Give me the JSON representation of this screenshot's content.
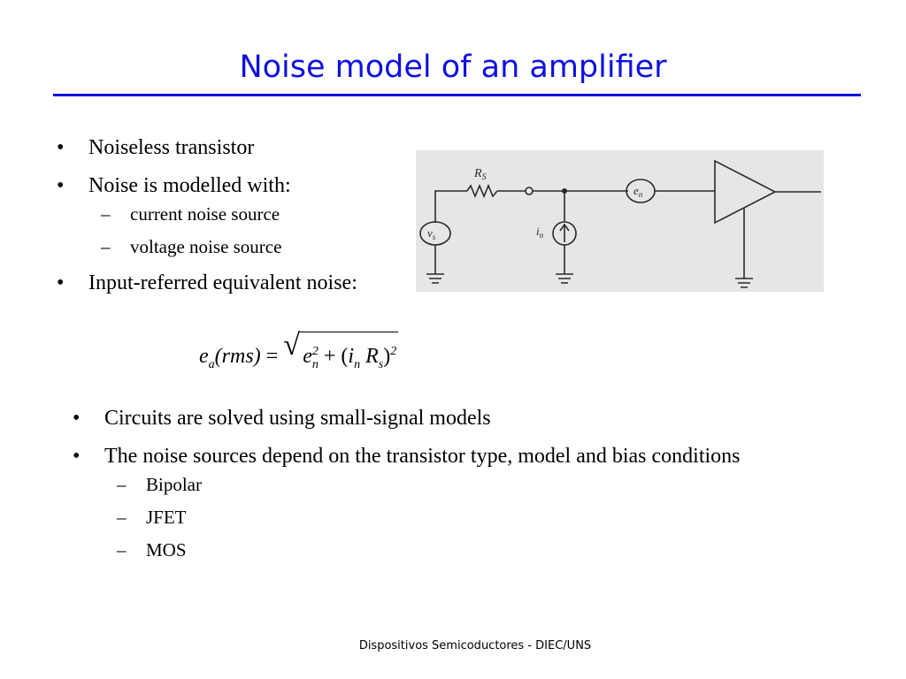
{
  "slide": {
    "title": "Noise model of an amplifier",
    "footer": "Dispositivos Semicoductores - DIEC/UNS"
  },
  "bullets_top": [
    {
      "text": "Noiseless transistor"
    },
    {
      "text": "Noise is modelled with:",
      "sub": [
        "current noise source",
        "voltage noise source"
      ]
    },
    {
      "text": "Input-referred equivalent noise:"
    }
  ],
  "formula": {
    "lhs_base": "e",
    "lhs_sub": "a",
    "lhs_arg": "(rms)",
    "equals": "=",
    "term1_base": "e",
    "term1_sub": "n",
    "term1_sup": "2",
    "plus": "+",
    "open": "(",
    "term2_i": "i",
    "term2_i_sub": "n",
    "term2_r": "R",
    "term2_r_sub": "s",
    "close": ")",
    "outer_sup": "2"
  },
  "circuit": {
    "rs_label": "R",
    "rs_sub": "S",
    "vs_label": "v",
    "vs_sub": "s",
    "en_label": "e",
    "en_sub": "n",
    "in_label": "i",
    "in_sub": "n",
    "background": "#e6e6e4"
  },
  "bullets_bottom": [
    {
      "text": "Circuits are solved using small-signal models"
    },
    {
      "text": "The noise sources depend on the transistor type, model and bias conditions",
      "sub": [
        "Bipolar",
        "JFET",
        "MOS"
      ]
    }
  ],
  "colors": {
    "title": "#1010e0",
    "rule": "#1010e0"
  }
}
